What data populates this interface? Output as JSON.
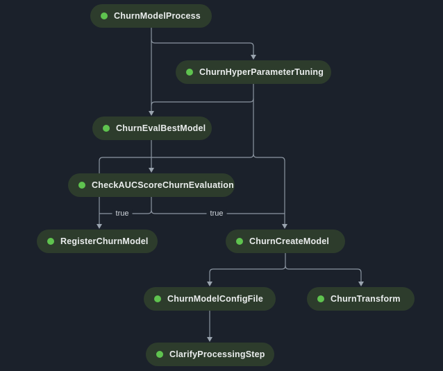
{
  "view": {
    "type": "pipeline-dag",
    "background_color": "#1b212b"
  },
  "colors": {
    "node_fill": "#2d3c2c",
    "node_text": "#e9ecec",
    "status_succeeded": "#5fc34f",
    "edge_line": "#8c96a2",
    "edge_label_text": "#d0d6dc"
  },
  "edge_labels": {
    "left_true": "true",
    "right_true": "true"
  },
  "nodes": [
    {
      "id": "churn-model-process",
      "label": "ChurnModelProcess",
      "status": "succeeded"
    },
    {
      "id": "churn-hyper-parameter-tuning",
      "label": "ChurnHyperParameterTuning",
      "status": "succeeded"
    },
    {
      "id": "churn-eval-best-model",
      "label": "ChurnEvalBestModel",
      "status": "succeeded"
    },
    {
      "id": "check-auc-score-churn-evaluation",
      "label": "CheckAUCScoreChurnEvaluation",
      "status": "succeeded"
    },
    {
      "id": "register-churn-model",
      "label": "RegisterChurnModel",
      "status": "succeeded"
    },
    {
      "id": "churn-create-model",
      "label": "ChurnCreateModel",
      "status": "succeeded"
    },
    {
      "id": "churn-model-config-file",
      "label": "ChurnModelConfigFile",
      "status": "succeeded"
    },
    {
      "id": "churn-transform",
      "label": "ChurnTransform",
      "status": "succeeded"
    },
    {
      "id": "clarify-processing-step",
      "label": "ClarifyProcessingStep",
      "status": "succeeded"
    }
  ],
  "edges": [
    {
      "from": "ChurnModelProcess",
      "to": "ChurnEvalBestModel"
    },
    {
      "from": "ChurnModelProcess",
      "to": "ChurnHyperParameterTuning"
    },
    {
      "from": "ChurnHyperParameterTuning",
      "to": "ChurnEvalBestModel"
    },
    {
      "from": "ChurnHyperParameterTuning",
      "to": "RegisterChurnModel"
    },
    {
      "from": "ChurnHyperParameterTuning",
      "to": "ChurnCreateModel"
    },
    {
      "from": "ChurnEvalBestModel",
      "to": "CheckAUCScoreChurnEvaluation"
    },
    {
      "from": "CheckAUCScoreChurnEvaluation",
      "to": "RegisterChurnModel",
      "label": "true"
    },
    {
      "from": "CheckAUCScoreChurnEvaluation",
      "to": "ChurnCreateModel",
      "label": "true"
    },
    {
      "from": "ChurnCreateModel",
      "to": "ChurnModelConfigFile"
    },
    {
      "from": "ChurnCreateModel",
      "to": "ChurnTransform"
    },
    {
      "from": "ChurnModelConfigFile",
      "to": "ClarifyProcessingStep"
    }
  ]
}
